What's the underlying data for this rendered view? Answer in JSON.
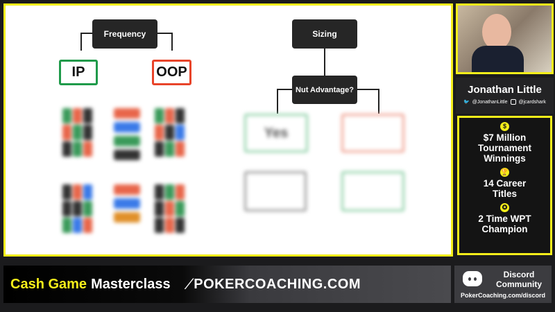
{
  "slide": {
    "frequency": {
      "title": "Frequency",
      "ip_label": "IP",
      "oop_label": "OOP"
    },
    "sizing": {
      "title": "Sizing",
      "question": "Nut Advantage?",
      "yes_label": "Yes"
    }
  },
  "presenter": {
    "name": "Jonathan Little",
    "twitter": "@JonathanLittle",
    "instagram": "@jcardshark"
  },
  "stats": [
    {
      "icon": "money-bag-icon",
      "text": "$7 Million Tournament Winnings"
    },
    {
      "icon": "trophy-icon",
      "text": "14 Career Titles"
    },
    {
      "icon": "medal-icon",
      "text": "2 Time WPT Champion"
    }
  ],
  "banner": {
    "title_highlight": "Cash Game",
    "title_rest": "Masterclass",
    "brand": "POKERCOACHING.COM"
  },
  "discord": {
    "line1": "Discord",
    "line2": "Community",
    "url": "PokerCoaching.com/discord"
  },
  "colors": {
    "accent": "#f5ee1a",
    "ip": "#1f9a4a",
    "oop": "#e8442a"
  }
}
